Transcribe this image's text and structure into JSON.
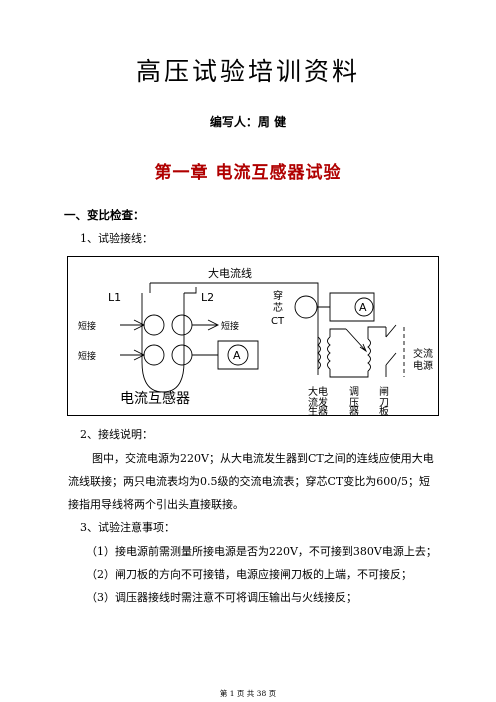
{
  "doc": {
    "title": "高压试验培训资料",
    "author": "编写人：周  健",
    "chapter": "第一章 电流互感器试验",
    "section1": "一、变比检查：",
    "item1": "1、试验接线：",
    "item2": "2、接线说明：",
    "desc_line1": "图中，交流电源为220V；从大电流发生器到CT之间的连线应使用大电",
    "desc_line2": "流线联接；两只电流表均为0.5级的交流电流表；穿芯CT变比为600/5；短",
    "desc_line3": "接指用导线将两个引出头直接联接。",
    "item3": "3、试验注意事项：",
    "note1": "（1）接电源前需测量所接电源是否为220V，不可接到380V电源上去；",
    "note2": "（2）闸刀板的方向不可接错，电源应接闸刀板的上端，不可接反；",
    "note3": "（3）调压器接线时需注意不可将调压输出与火线接反；",
    "footer": "第 1 页 共 38 页"
  },
  "diagram": {
    "big_current_line": "大电流线",
    "L1": "L1",
    "L2": "L2",
    "short_left_top": "短接",
    "short_left_bottom": "短接",
    "short_right": "短接",
    "ammeter": "A",
    "ct_label": "电流互感器",
    "through_core_ct": [
      "穿",
      "芯",
      "CT"
    ],
    "generator": [
      "大电",
      "流发",
      "生器"
    ],
    "regulator": [
      "调",
      "压",
      "器"
    ],
    "knife_switch": [
      "闸",
      "刀",
      "板"
    ],
    "ac_source": [
      "交流",
      "电源"
    ]
  }
}
